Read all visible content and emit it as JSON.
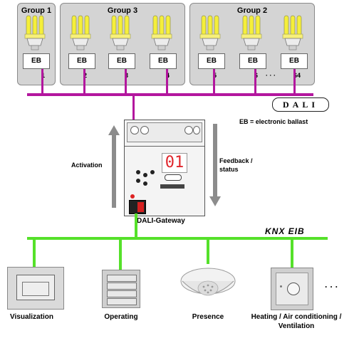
{
  "groups": [
    {
      "title": "Group 1"
    },
    {
      "title": "Group 3"
    },
    {
      "title": "Group 2"
    }
  ],
  "ballasts": [
    {
      "label": "EB",
      "num": "1"
    },
    {
      "label": "EB",
      "num": "2"
    },
    {
      "label": "EB",
      "num": "3"
    },
    {
      "label": "EB",
      "num": "4"
    },
    {
      "label": "EB",
      "num": "5"
    },
    {
      "label": "EB",
      "num": "6"
    },
    {
      "label": "EB",
      "num": "64"
    }
  ],
  "ellipsis_group2": "· · ·",
  "dali_logo": "DALI",
  "eb_legend": "EB = electronic ballast",
  "activation_label": "Activation",
  "feedback_label_1": "Feedback /",
  "feedback_label_2": "status",
  "gateway_label": "DALI-Gateway",
  "knx_logo": "KNX EIB",
  "gateway_display": "01",
  "devices": [
    {
      "label": "Visualization"
    },
    {
      "label": "Operating"
    },
    {
      "label": "Presence"
    },
    {
      "label_1": "Heating / Air conditioning /",
      "label_2": "Ventilation"
    }
  ],
  "ellipsis_devices": "· · ·",
  "colors": {
    "dali_bus": "#b3169e",
    "knx_bus": "#55e12a",
    "lamp": "#f5ef3a"
  }
}
